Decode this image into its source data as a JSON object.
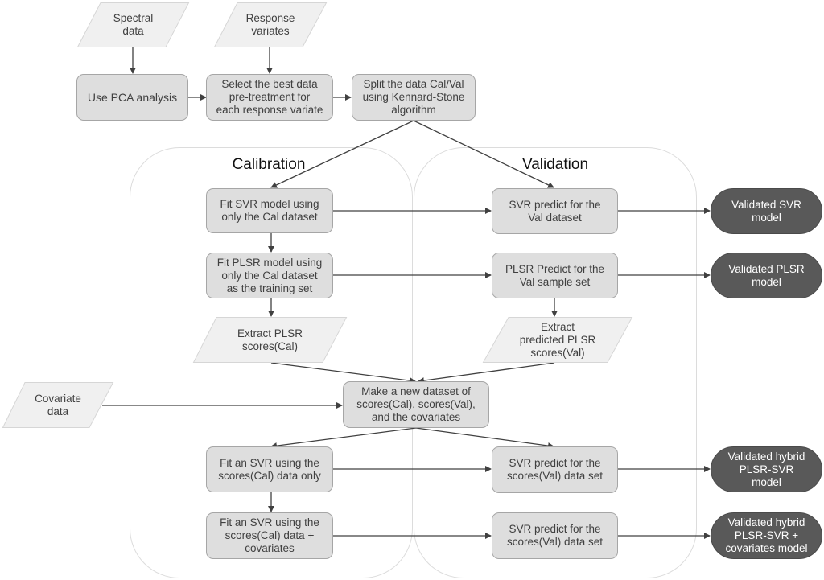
{
  "diagram": {
    "lanes": {
      "calibration": "Calibration",
      "validation": "Validation"
    },
    "inputs": {
      "spectral": "Spectral\ndata",
      "response": "Response\nvariates",
      "covariate": "Covariate\ndata",
      "extract_cal": "Extract PLSR\nscores(Cal)",
      "extract_val": "Extract\npredicted PLSR\nscores(Val)"
    },
    "process": {
      "pca": "Use PCA analysis",
      "pretreat": "Select the best data\npre-treatment for\neach response variate",
      "split": "Split the data Cal/Val\nusing Kennard-Stone\nalgorithm",
      "fit_svr": "Fit SVR model using\nonly the Cal dataset",
      "fit_plsr": "Fit PLSR model using\nonly the Cal dataset\nas the training set",
      "svr_predict_val": "SVR predict for the\nVal dataset",
      "plsr_predict_val": "PLSR Predict for the\nVal sample set",
      "make_dataset": "Make a new dataset of\nscores(Cal), scores(Val),\nand the covariates",
      "fit_svr_scores": "Fit an SVR using the\nscores(Cal) data only",
      "fit_svr_scores_cov": "Fit an SVR using the\nscores(Cal) data +\ncovariates",
      "svr_predict_scores1": "SVR predict for the\nscores(Val) data set",
      "svr_predict_scores2": "SVR predict for the\nscores(Val) data set"
    },
    "outputs": {
      "validated_svr": "Validated SVR\nmodel",
      "validated_plsr": "Validated PLSR\nmodel",
      "validated_hybrid": "Validated hybrid\nPLSR-SVR\nmodel",
      "validated_hybrid_cov": "Validated hybrid\nPLSR-SVR +\ncovariates model"
    },
    "colors": {
      "process_fill": "#dedede",
      "input_fill": "#f0f0f0",
      "terminal_fill": "#595959",
      "connector": "#404040",
      "lane_border": "#dcdcdc"
    }
  }
}
